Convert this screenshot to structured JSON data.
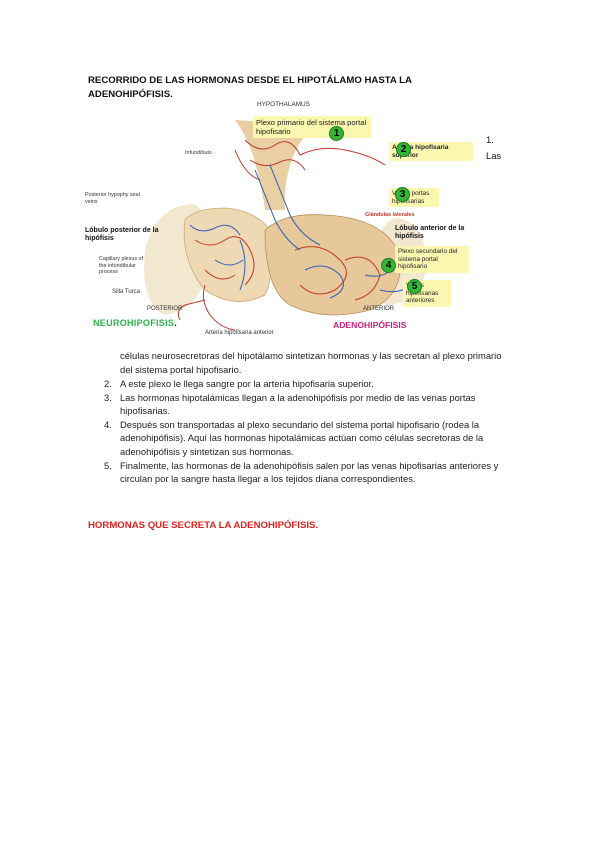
{
  "heading": "RECORRIDO DE LAS HORMONAS DESDE EL HIPOTÁLAMO HASTA LA ADENOHIPÓFISIS.",
  "figure": {
    "labels": {
      "hypothalamus": "HYPOTHALAMUS",
      "infundibulo": "Infundíbulo",
      "posterior_vein": "Posterior hypophy seal veins",
      "lobulo_posterior": "Lóbulo posterior de la hipófisis",
      "capillary": "Capillary plexus of the infundibular process",
      "silla": "Silla Turca",
      "posterior": "POSTERIOR",
      "anterior": "ANTERIOR",
      "arteria_inferior": "Arteria hipofisaria anterior",
      "lateral": "Glándulas laterales",
      "lobulo_anterior": "Lóbulo anterior de la hipófisis"
    },
    "notes": {
      "n1": "Plexo primario del sistema portal hipofisario",
      "n2": "Arteria hipofisaria superior",
      "n3": "Venas portas hipofisarias",
      "n4": "Plexo secundario del sistema portal hipofisario",
      "n5": "Venas hipofisarias anteriores"
    },
    "badges": [
      "1",
      "2",
      "3",
      "4",
      "5"
    ],
    "neuro": "NEUROHIPOFISIS",
    "neuro_dot": ".",
    "adeno": "ADENOHIPÓFISIS",
    "colors": {
      "highlight": "#fbf7b0",
      "badge": "#35b535",
      "neuro": "#2db34a",
      "adeno": "#c8207c",
      "artery": "#c0392b",
      "vein": "#2f5fb3"
    }
  },
  "side_num": "1.",
  "side_word": "Las",
  "intro": "células neurosecretoras del hipotálamo sintetizan hormonas y las secretan al plexo primario del sistema portal hipofisario.",
  "list": [
    {
      "n": "2.",
      "text": "A este plexo le llega sangre por la arteria hipofisaria superior."
    },
    {
      "n": "3.",
      "text": "Las hormonas hipotalámicas llegan a la adenohipófisis por medio de las venas portas hipofisarias."
    },
    {
      "n": "4.",
      "text": "Después son transportadas al plexo secundario del sistema portal hipofisario (rodea la adenohipófisis). Aquí las hormonas hipotalámicas actúan como células secretoras de la adenohipófisis y sintetizan sus hormonas."
    },
    {
      "n": "5.",
      "text": "Finalmente, las hormonas de la adenohipófisis salen por las venas hipofisarias anteriores y circulan por la sangre hasta llegar a los tejidos diana correspondientes."
    }
  ],
  "red_heading": "HORMONAS QUE SECRETA LA ADENOHIPÓFISIS."
}
